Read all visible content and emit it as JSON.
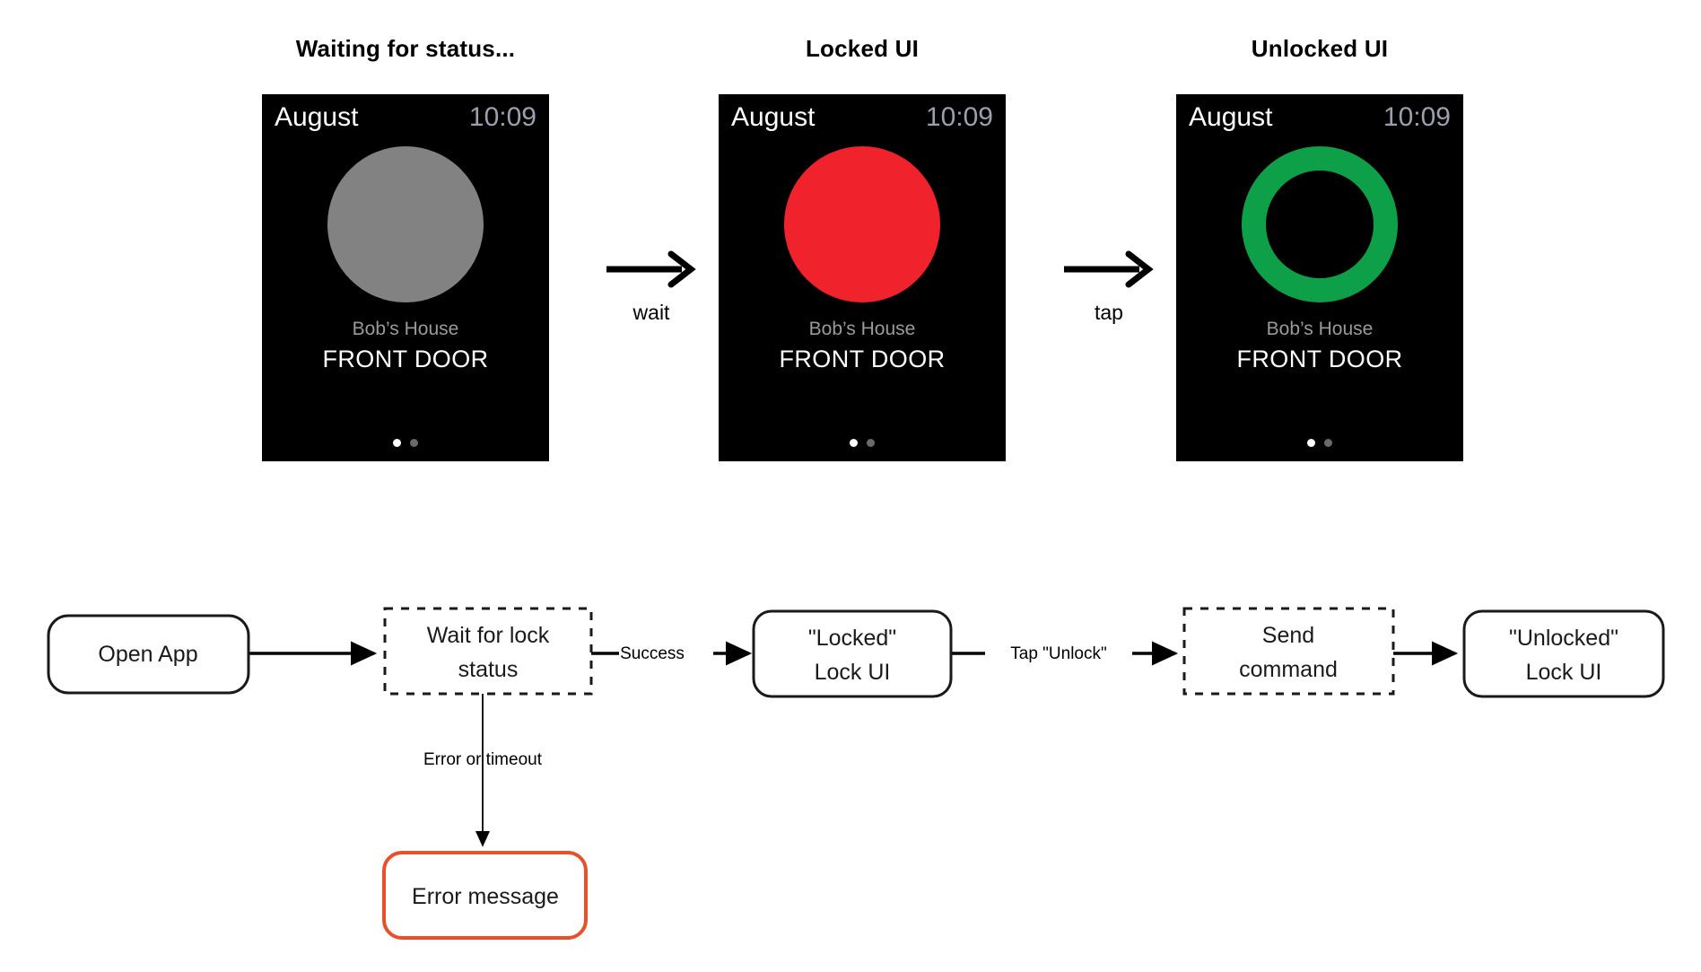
{
  "states": [
    {
      "title": "Waiting for status...",
      "watch": {
        "month": "August",
        "time": "10:09",
        "home_name": "Bob’s House",
        "device_name": "FRONT DOOR",
        "indicator": "filled-circle",
        "indicator_color": "#828282",
        "indicator_label": "waiting-indicator",
        "dots": [
          "active",
          "inactive"
        ]
      }
    },
    {
      "title": "Locked UI",
      "watch": {
        "month": "August",
        "time": "10:09",
        "home_name": "Bob’s House",
        "device_name": "FRONT DOOR",
        "indicator": "filled-circle",
        "indicator_color": "#F0222B",
        "indicator_label": "locked-indicator",
        "dots": [
          "active",
          "inactive"
        ]
      }
    },
    {
      "title": "Unlocked UI",
      "watch": {
        "month": "August",
        "time": "10:09",
        "home_name": "Bob’s House",
        "device_name": "FRONT DOOR",
        "indicator": "ring",
        "indicator_color": "#0DA049",
        "indicator_label": "unlocked-indicator",
        "dots": [
          "active",
          "inactive"
        ]
      }
    }
  ],
  "transitions": [
    {
      "label": "wait",
      "icon": "arrow-right-icon"
    },
    {
      "label": "tap",
      "icon": "arrow-right-icon"
    }
  ],
  "flow": {
    "nodes": [
      {
        "id": "open-app",
        "label_lines": [
          "Open App"
        ],
        "shape": "rounded-rect",
        "border": "solid",
        "border_color": "#1a1a1a"
      },
      {
        "id": "wait-status",
        "label_lines": [
          "Wait for lock",
          "status"
        ],
        "shape": "rect",
        "border": "dashed",
        "border_color": "#1a1a1a"
      },
      {
        "id": "locked-ui",
        "label_lines": [
          "\"Locked\"",
          "Lock UI"
        ],
        "shape": "rounded-rect",
        "border": "solid",
        "border_color": "#1a1a1a"
      },
      {
        "id": "send-command",
        "label_lines": [
          "Send",
          "command"
        ],
        "shape": "rect",
        "border": "dashed",
        "border_color": "#1a1a1a"
      },
      {
        "id": "unlocked-ui",
        "label_lines": [
          "\"Unlocked\"",
          "Lock UI"
        ],
        "shape": "rounded-rect",
        "border": "solid",
        "border_color": "#1a1a1a"
      },
      {
        "id": "error-message",
        "label_lines": [
          "Error message"
        ],
        "shape": "rounded-rect",
        "border": "solid",
        "border_color": "#E8502A"
      }
    ],
    "edges": [
      {
        "from": "open-app",
        "to": "wait-status",
        "label": ""
      },
      {
        "from": "wait-status",
        "to": "locked-ui",
        "label": "Success"
      },
      {
        "from": "locked-ui",
        "to": "send-command",
        "label": "Tap \"Unlock\""
      },
      {
        "from": "send-command",
        "to": "unlocked-ui",
        "label": ""
      },
      {
        "from": "wait-status",
        "to": "error-message",
        "label": "Error or timeout"
      }
    ]
  },
  "colors": {
    "waiting_gray": "#828282",
    "locked_red": "#F0222B",
    "unlocked_green": "#0DA049",
    "error_border": "#E8502A",
    "watch_bg": "#000000",
    "page_bg": "#FFFFFF"
  }
}
